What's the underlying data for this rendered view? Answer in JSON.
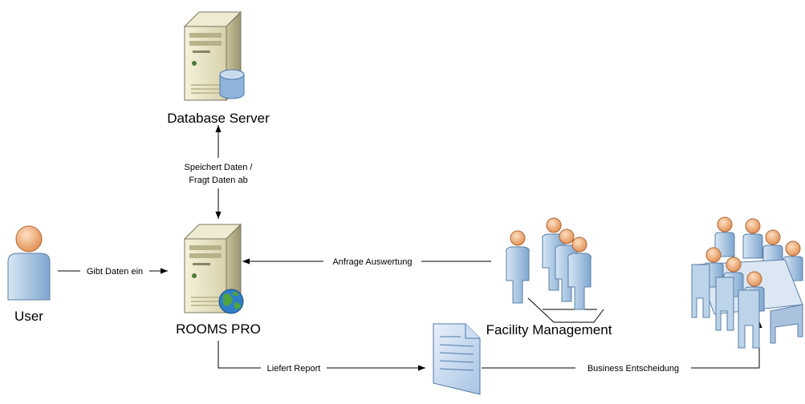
{
  "nodes": {
    "database_server": {
      "label": "Database Server",
      "icon": "database-server-icon"
    },
    "rooms_pro": {
      "label": "ROOMS PRO",
      "icon": "web-server-icon"
    },
    "user": {
      "label": "User",
      "icon": "user-icon"
    },
    "facility_management": {
      "label": "Facility Management",
      "icon": "team-icon"
    },
    "report": {
      "label": "",
      "icon": "document-icon"
    },
    "meeting": {
      "label": "",
      "icon": "meeting-icon"
    }
  },
  "edges": {
    "db_rooms_line1": "Speichert Daten /",
    "db_rooms_line2": "Fragt Daten ab",
    "user_to_rooms": "Gibt Daten ein",
    "facility_to_rooms": "Anfrage Auswertung",
    "rooms_to_report": "Liefert Report",
    "report_to_meeting": "Business Entscheidung"
  },
  "colors": {
    "server_body": "#e8e4c9",
    "server_dark": "#a9a27e",
    "person_head": "#f2b07a",
    "person_body": "#a9c6e2",
    "globe": "#2f7fc6",
    "cylinder": "#8fb4dc"
  }
}
